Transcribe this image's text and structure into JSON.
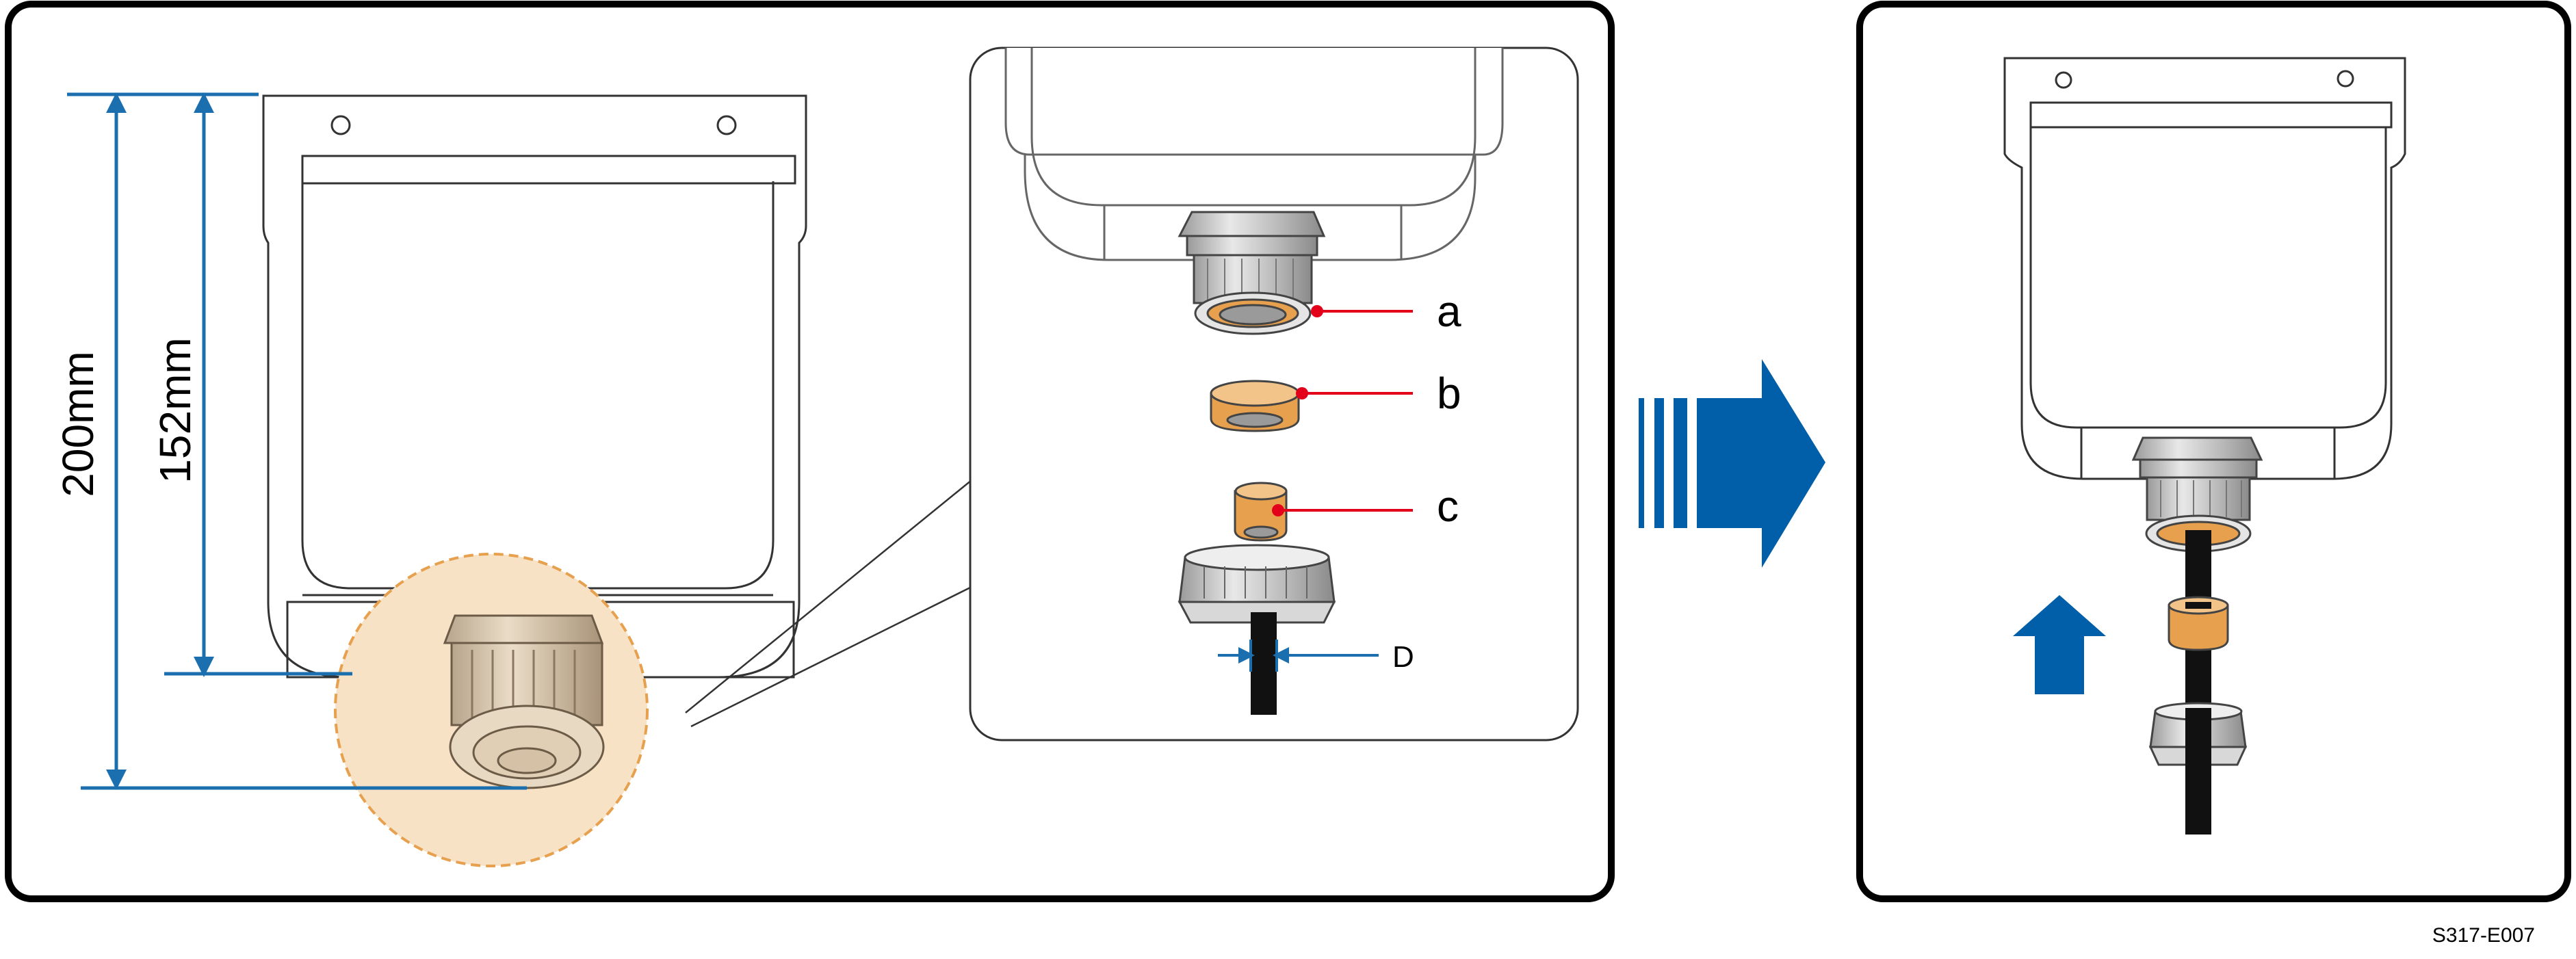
{
  "dimensions": {
    "overall": "200mm",
    "inner": "152mm"
  },
  "callouts": {
    "a": "a",
    "b": "b",
    "c": "c",
    "diameter": "D"
  },
  "figure_id": "S317-E007",
  "colors": {
    "dimension_blue": "#1B6FAE",
    "arrow_blue": "#005FA8",
    "seal_orange": "#E6A04E",
    "highlight_fill": "#F8E2C6",
    "callout_red": "#E3001B",
    "frame_black": "#000000"
  }
}
